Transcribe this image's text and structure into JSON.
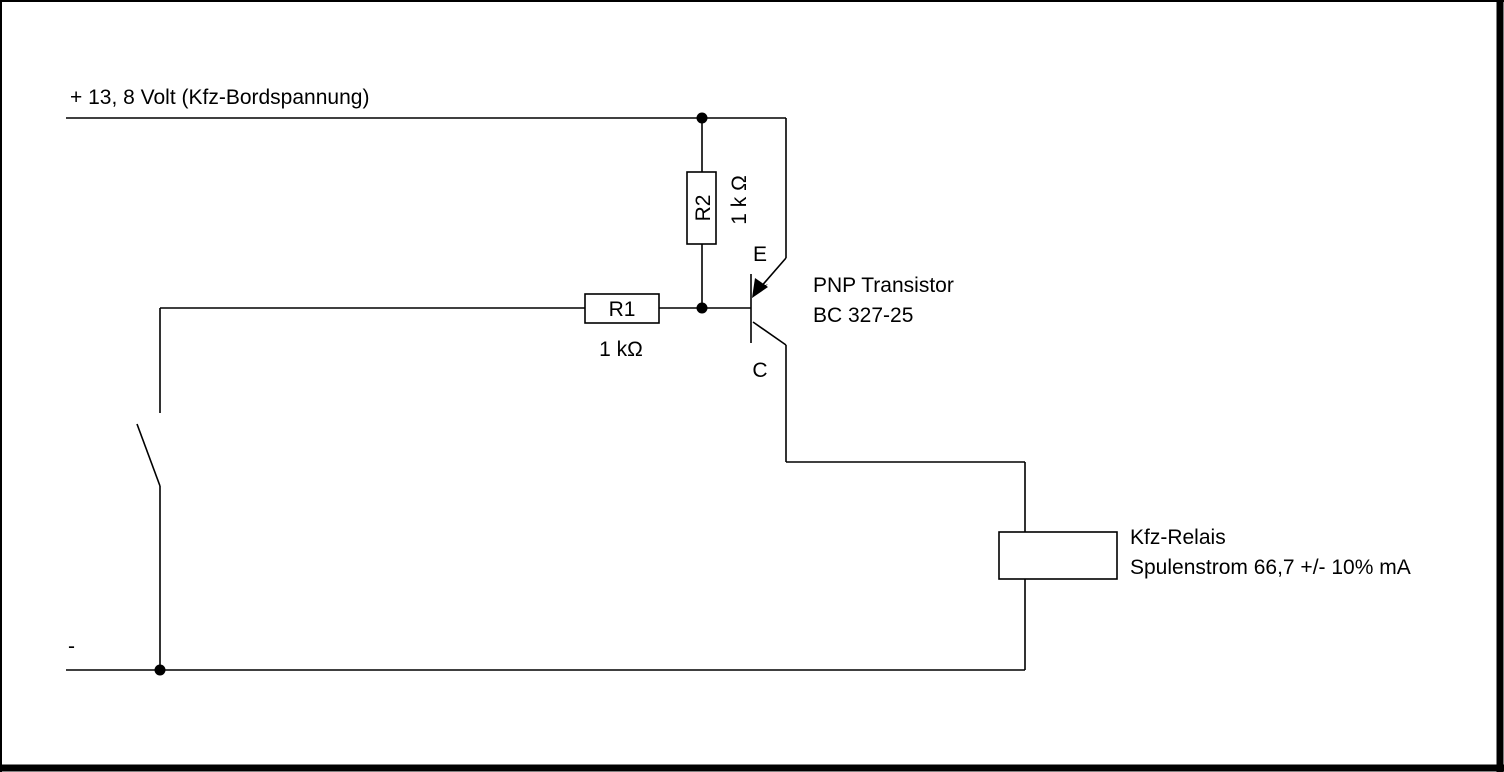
{
  "supply": {
    "positive_label": "+ 13, 8 Volt (Kfz-Bordspannung)",
    "negative_label": "-"
  },
  "resistors": {
    "r1": {
      "name": "R1",
      "value": "1 kΩ"
    },
    "r2": {
      "name": "R2",
      "value": "1 k Ω"
    }
  },
  "transistor": {
    "emitter_label": "E",
    "collector_label": "C",
    "type_label": "PNP Transistor",
    "part_label": "BC 327-25"
  },
  "relay": {
    "name_label": "Kfz-Relais",
    "current_label": "Spulenstrom 66,7 +/- 10% mA"
  },
  "colors": {
    "line": "#000000",
    "background": "#ffffff"
  },
  "icons": [
    "resistor-symbol",
    "pnp-transistor-symbol",
    "switch-symbol",
    "relay-coil-symbol",
    "junction-dot"
  ]
}
